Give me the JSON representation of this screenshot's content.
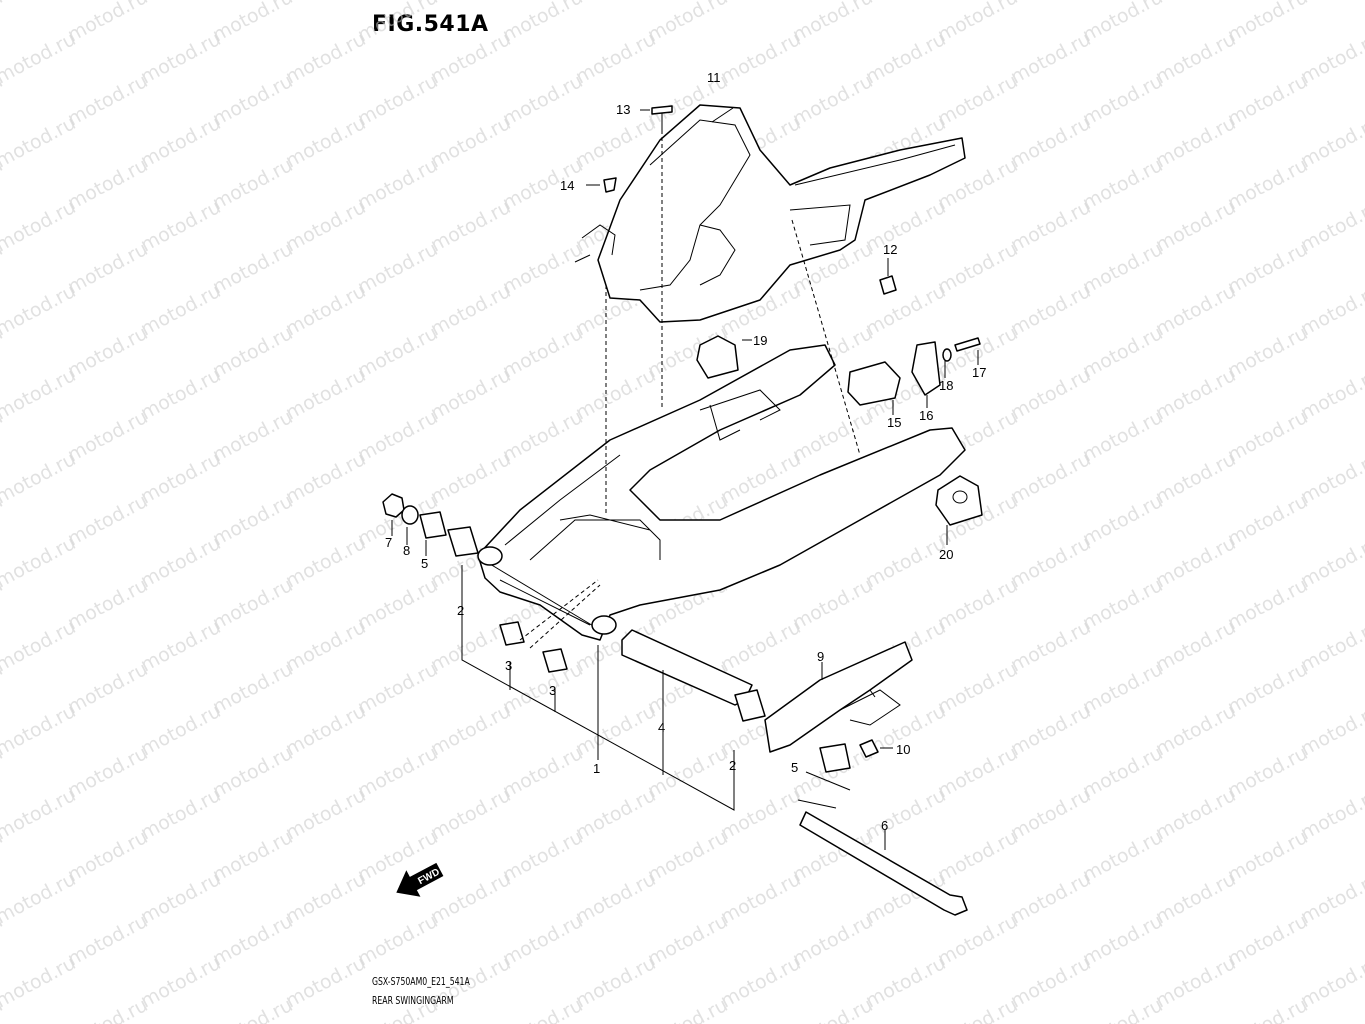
{
  "figure": {
    "title": "FIG.541A",
    "code": "GSX-S750AM0_E21_541A",
    "name": "REAR SWINGINGARM"
  },
  "fwd_arrow": {
    "label": "FWD",
    "icon": "forward-arrow-icon"
  },
  "watermark": "motod.ru",
  "callouts": [
    "1",
    "2",
    "2",
    "3",
    "3",
    "4",
    "5",
    "5",
    "6",
    "7",
    "8",
    "9",
    "10",
    "11",
    "12",
    "13",
    "14",
    "15",
    "16",
    "17",
    "18",
    "19",
    "20"
  ]
}
